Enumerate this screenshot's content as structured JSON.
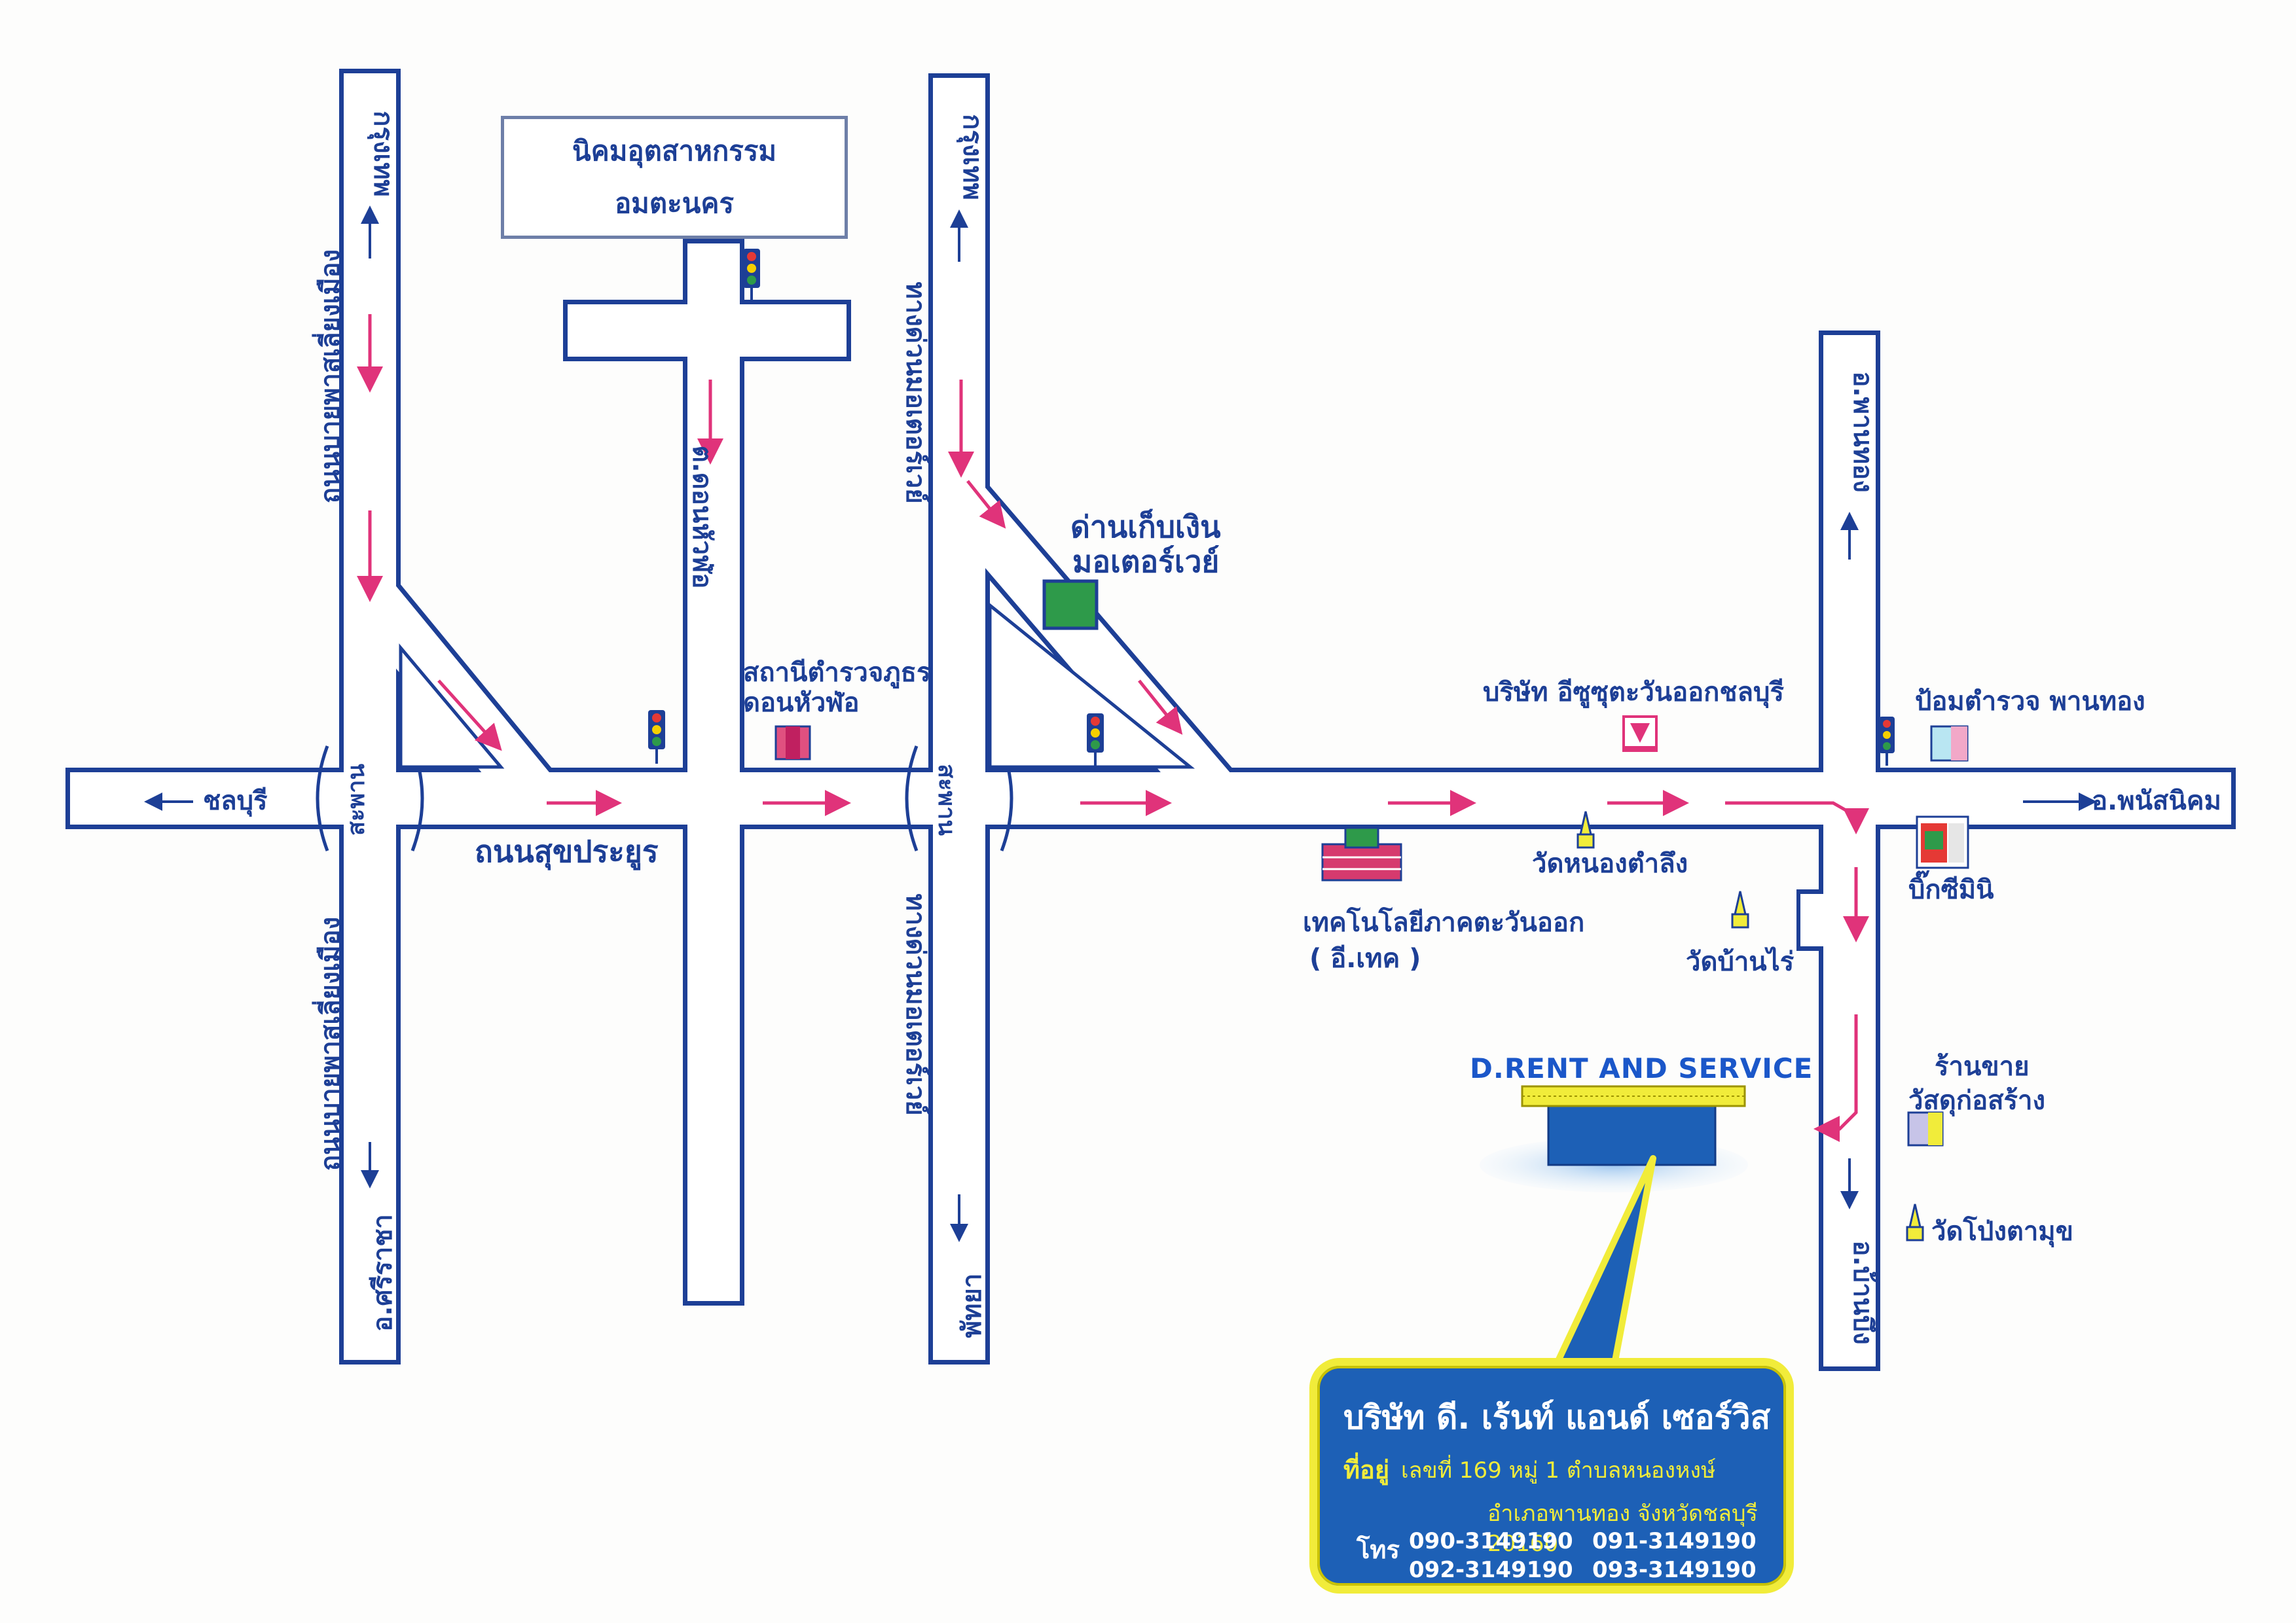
{
  "colors": {
    "road_outline": "#1d3f96",
    "road_fill": "#ffffff",
    "route_arrow": "#e0337a",
    "direction_arrow": "#1d3f96",
    "card_fill": "#1d60b6",
    "card_border": "#f1ec3a",
    "toll_booth": "#2e9a4a"
  },
  "roads": {
    "sukhumvit": "ถนนสุขประยูร",
    "left_north": "ถนนบายพาสเลี่ยงเมือง",
    "left_south": "ถนนบายพาสเลี่ยงเมือง",
    "khon_hua_lo": "ต.ดอนหัวฬ่อ",
    "motorway_north": "ทางด่วนมอเตอร์เวย์",
    "motorway_south": "ทางด่วนมอเตอร์เวย์",
    "bridge_left": "สะพาน",
    "bridge_mid": "สะพาน"
  },
  "directions": {
    "bangkok_left": "กรุงเทพ",
    "bangkok_mid": "กรุงเทพ",
    "chonburi": "ชลบุรี",
    "sriracha": "อ.ศรีราชา",
    "pattaya": "พัทยา",
    "phanat_nikhom": "อ.พนัสนิคม",
    "phan_thong": "อ.พานทอง",
    "ban_bueng": "อ.บ้านบึง"
  },
  "landmarks": {
    "estate_line1": "นิคมอุตสาหกรรม",
    "estate_line2": "อมตะนคร",
    "toll_line1": "ด่านเก็บเงิน",
    "toll_line2": "มอเตอร์เวย์",
    "police_line1": "สถานีตำรวจภูธร",
    "police_line2": "ดอนหัวฬ่อ",
    "isuzu": "บริษัท อีซูซุตะวันออกชลบุรี",
    "wat_nong_tam_lueng": "วัดหนองตำลึง",
    "etech_line1": "เทคโนโลยีภาคตะวันออก",
    "etech_line2": "( อี.เทค )",
    "wat_ban_rai": "วัดบ้านไร่",
    "police_box": "ป้อมตำรวจ พานทอง",
    "big_c": "บิ๊กซีมินิ",
    "hardware_line1": "ร้านขาย",
    "hardware_line2": "วัสดุก่อสร้าง",
    "wat_pong": "วัดโป่งตามุข"
  },
  "company": {
    "title": "D.RENT AND SERVICE",
    "name": "บริษัท ดี. เร้นท์ แอนด์ เซอร์วิส",
    "address_label": "ที่อยู่",
    "address_line1": "เลขที่ 169 หมู่ 1 ตำบลหนองหงษ์",
    "address_line2": "อำเภอพานทอง  จังหวัดชลบุรี 20160",
    "phone_label": "โทร",
    "phones": [
      "090-3149190",
      "091-3149190",
      "092-3149190",
      "093-3149190"
    ]
  }
}
